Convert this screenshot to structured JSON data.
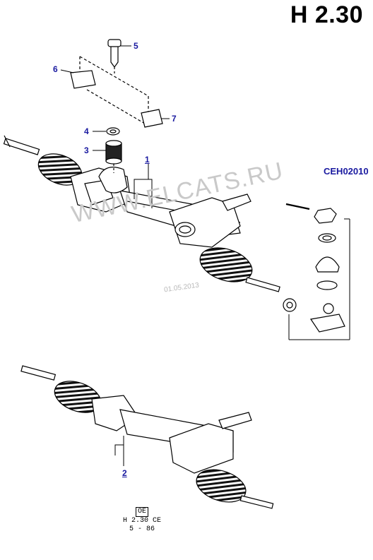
{
  "header": {
    "title": "H 2.30"
  },
  "reference_code": "CEH02010",
  "watermark": {
    "text": "WWW.ELCATS.RU",
    "date": "01.05.2013"
  },
  "callouts": [
    {
      "id": "5",
      "label": "5"
    },
    {
      "id": "6",
      "label": "6"
    },
    {
      "id": "7",
      "label": "7"
    },
    {
      "id": "4",
      "label": "4"
    },
    {
      "id": "3",
      "label": "3"
    },
    {
      "id": "1",
      "label": "1"
    },
    {
      "id": "2",
      "label": "2"
    }
  ],
  "footer": {
    "oe": "OE",
    "code": "H 2.30 CE",
    "date": "5 - 86"
  },
  "colors": {
    "callout": "#1a1aa0",
    "line": "#000000",
    "watermark": "#c9c9c9"
  }
}
